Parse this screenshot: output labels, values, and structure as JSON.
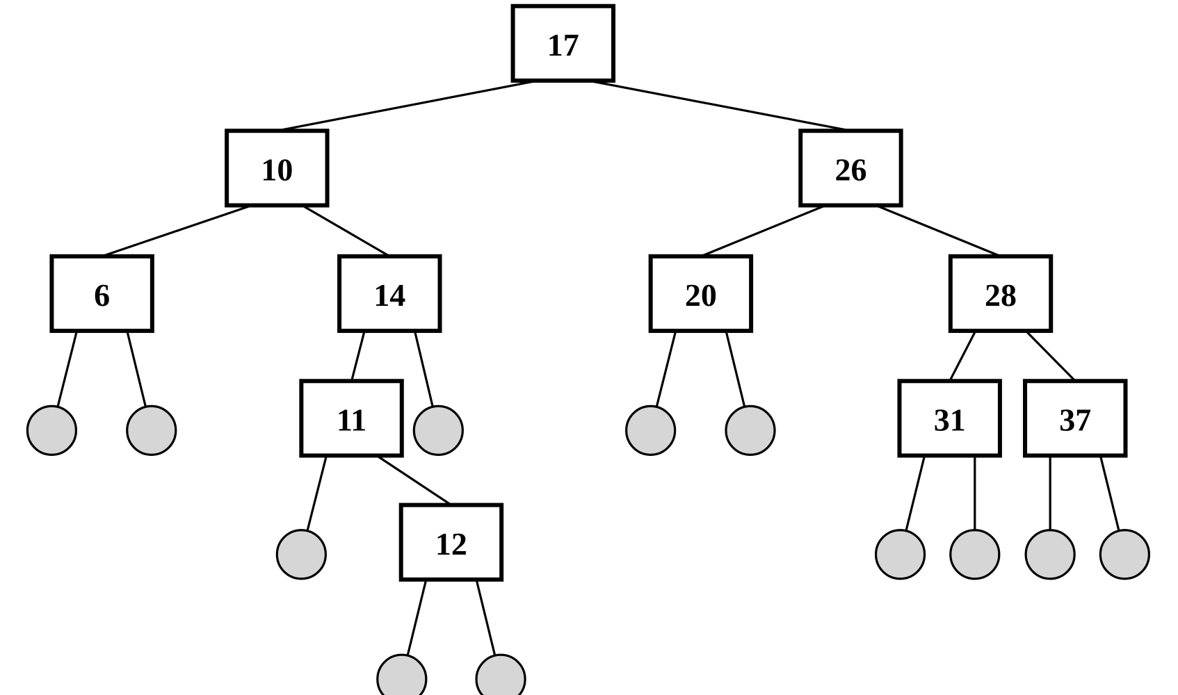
{
  "tree": {
    "nodes": [
      {
        "id": "n17",
        "label": "17",
        "left": "n10",
        "right": "n26"
      },
      {
        "id": "n10",
        "label": "10",
        "left": "n6",
        "right": "n14"
      },
      {
        "id": "n26",
        "label": "26",
        "left": "n20",
        "right": "n28"
      },
      {
        "id": "n6",
        "label": "6",
        "left": null,
        "right": null
      },
      {
        "id": "n14",
        "label": "14",
        "left": "n11",
        "right": null
      },
      {
        "id": "n20",
        "label": "20",
        "left": null,
        "right": null
      },
      {
        "id": "n28",
        "label": "28",
        "left": "n31",
        "right": "n37"
      },
      {
        "id": "n11",
        "label": "11",
        "left": null,
        "right": "n12"
      },
      {
        "id": "n31",
        "label": "31",
        "left": null,
        "right": null
      },
      {
        "id": "n37",
        "label": "37",
        "left": null,
        "right": null
      },
      {
        "id": "n12",
        "label": "12",
        "left": null,
        "right": null
      }
    ],
    "colors": {
      "leaf_fill": "#d6d6d6",
      "stroke": "#000000",
      "box_fill": "#ffffff"
    }
  }
}
